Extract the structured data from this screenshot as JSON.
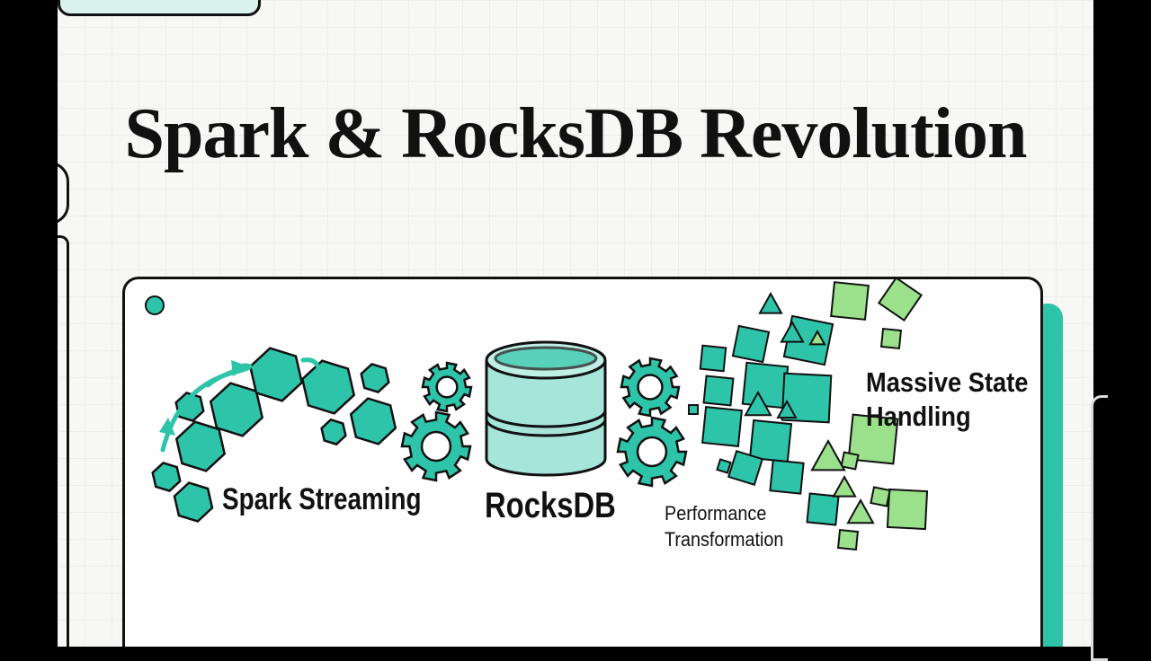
{
  "title": "Spark & RocksDB Revolution",
  "labels": {
    "spark": "Spark Streaming",
    "rocksdb": "RocksDB",
    "performance_line1": "Performance",
    "performance_line2": "Transformation",
    "massive_line1": "Massive State",
    "massive_line2": "Handling"
  },
  "icons": [
    "hexagon-cluster",
    "curved-arrow",
    "gear-icon",
    "database-cylinder-icon",
    "square-particles",
    "triangle-particles"
  ],
  "colors": {
    "teal": "#2ec4a9",
    "light_green": "#9be08a",
    "ink": "#111111",
    "background": "#f7f7f5"
  }
}
